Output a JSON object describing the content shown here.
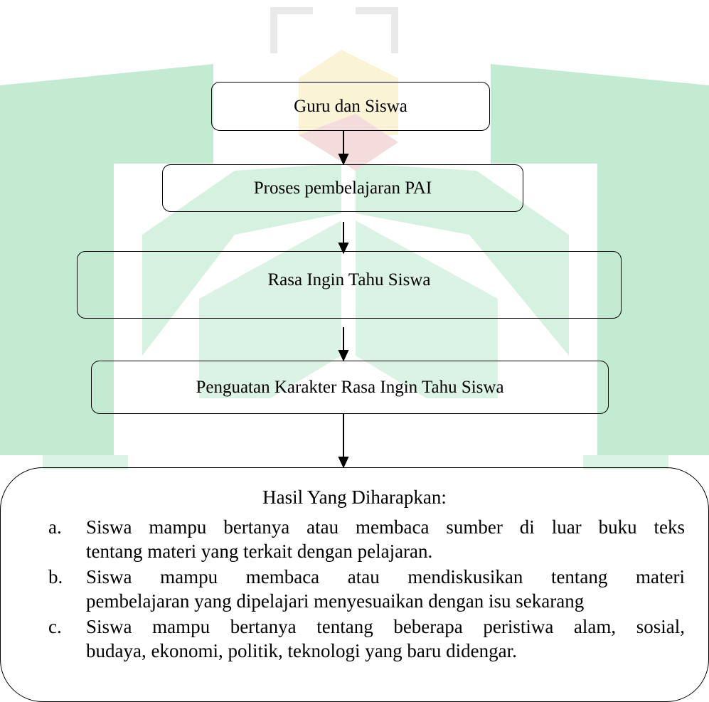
{
  "watermark": {
    "colors": {
      "green": "#c3ebd2",
      "yellow": "#faf3d6",
      "red": "#f5dcdc",
      "gray": "#e9e9e9"
    }
  },
  "flow": {
    "box1": "Guru dan Siswa",
    "box2": "Proses pembelajaran PAI",
    "box3": "Rasa Ingin Tahu Siswa",
    "box4": "Penguatan Karakter Rasa Ingin Tahu Siswa"
  },
  "result": {
    "title": "Hasil Yang Diharapkan:",
    "items": [
      {
        "label": "a.",
        "lines": [
          "Siswa mampu bertanya atau membaca sumber di luar buku teks",
          "tentang materi yang terkait dengan pelajaran."
        ]
      },
      {
        "label": "b.",
        "lines": [
          "Siswa mampu membaca atau mendiskusikan tentang materi",
          "pembelajaran yang dipelajari menyesuaikan dengan isu sekarang"
        ]
      },
      {
        "label": "c.",
        "lines": [
          "Siswa mampu bertanya tentang beberapa peristiwa alam, sosial,",
          "budaya,  ekonomi, politik,  teknologi yang baru didengar."
        ]
      }
    ]
  }
}
